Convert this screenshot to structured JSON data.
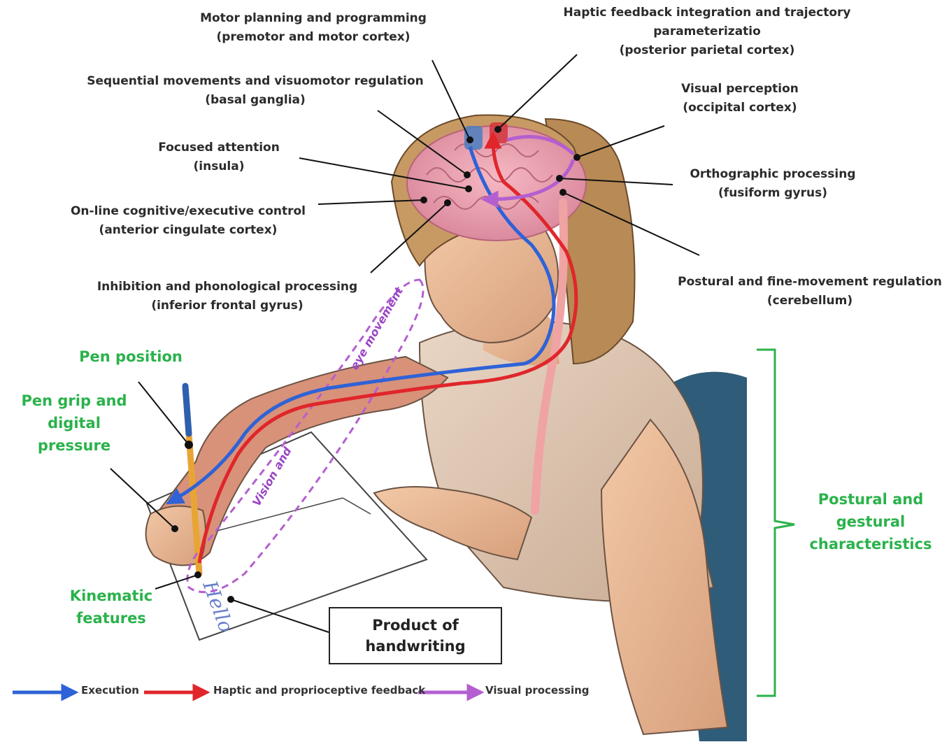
{
  "labels": {
    "motor_planning": "Motor planning and programming\n(premotor and motor cortex)",
    "haptic_integration": "Haptic feedback integration and trajectory parameterizatio\n(posterior parietal cortex)",
    "sequential_movements": "Sequential movements and visuomotor regulation\n(basal ganglia)",
    "visual_perception": "Visual perception\n(occipital cortex)",
    "focused_attention": "Focused attention\n(insula)",
    "orthographic_processing": "Orthographic processing\n(fusiform gyrus)",
    "online_control": "On-line cognitive/executive control\n(anterior cingulate cortex)",
    "postural_regulation": "Postural and fine-movement regulation\n(cerebellum)",
    "inhibition_phonological": "Inhibition and phonological processing\n(inferior frontal gyrus)"
  },
  "features": {
    "pen_position": "Pen position",
    "pen_grip": "Pen grip and\ndigital\npressure",
    "kinematic": "Kinematic\nfeatures",
    "postural_gestural": "Postural and\ngestural\ncharacteristics",
    "product": "Product of\nhandwriting"
  },
  "eye_path": {
    "upper": "eye movement",
    "lower": "Vision and"
  },
  "paper_text": "Hello",
  "legend": [
    {
      "label": "Execution",
      "color": "#2f62d6"
    },
    {
      "label": "Haptic and proprioceptive feedback",
      "color": "#e0262b"
    },
    {
      "label": "Visual processing",
      "color": "#b45fd0"
    }
  ],
  "colors": {
    "feature_green": "#2ab24b",
    "execution": "#2f62d6",
    "feedback": "#e0262b",
    "visual": "#b45fd0"
  }
}
